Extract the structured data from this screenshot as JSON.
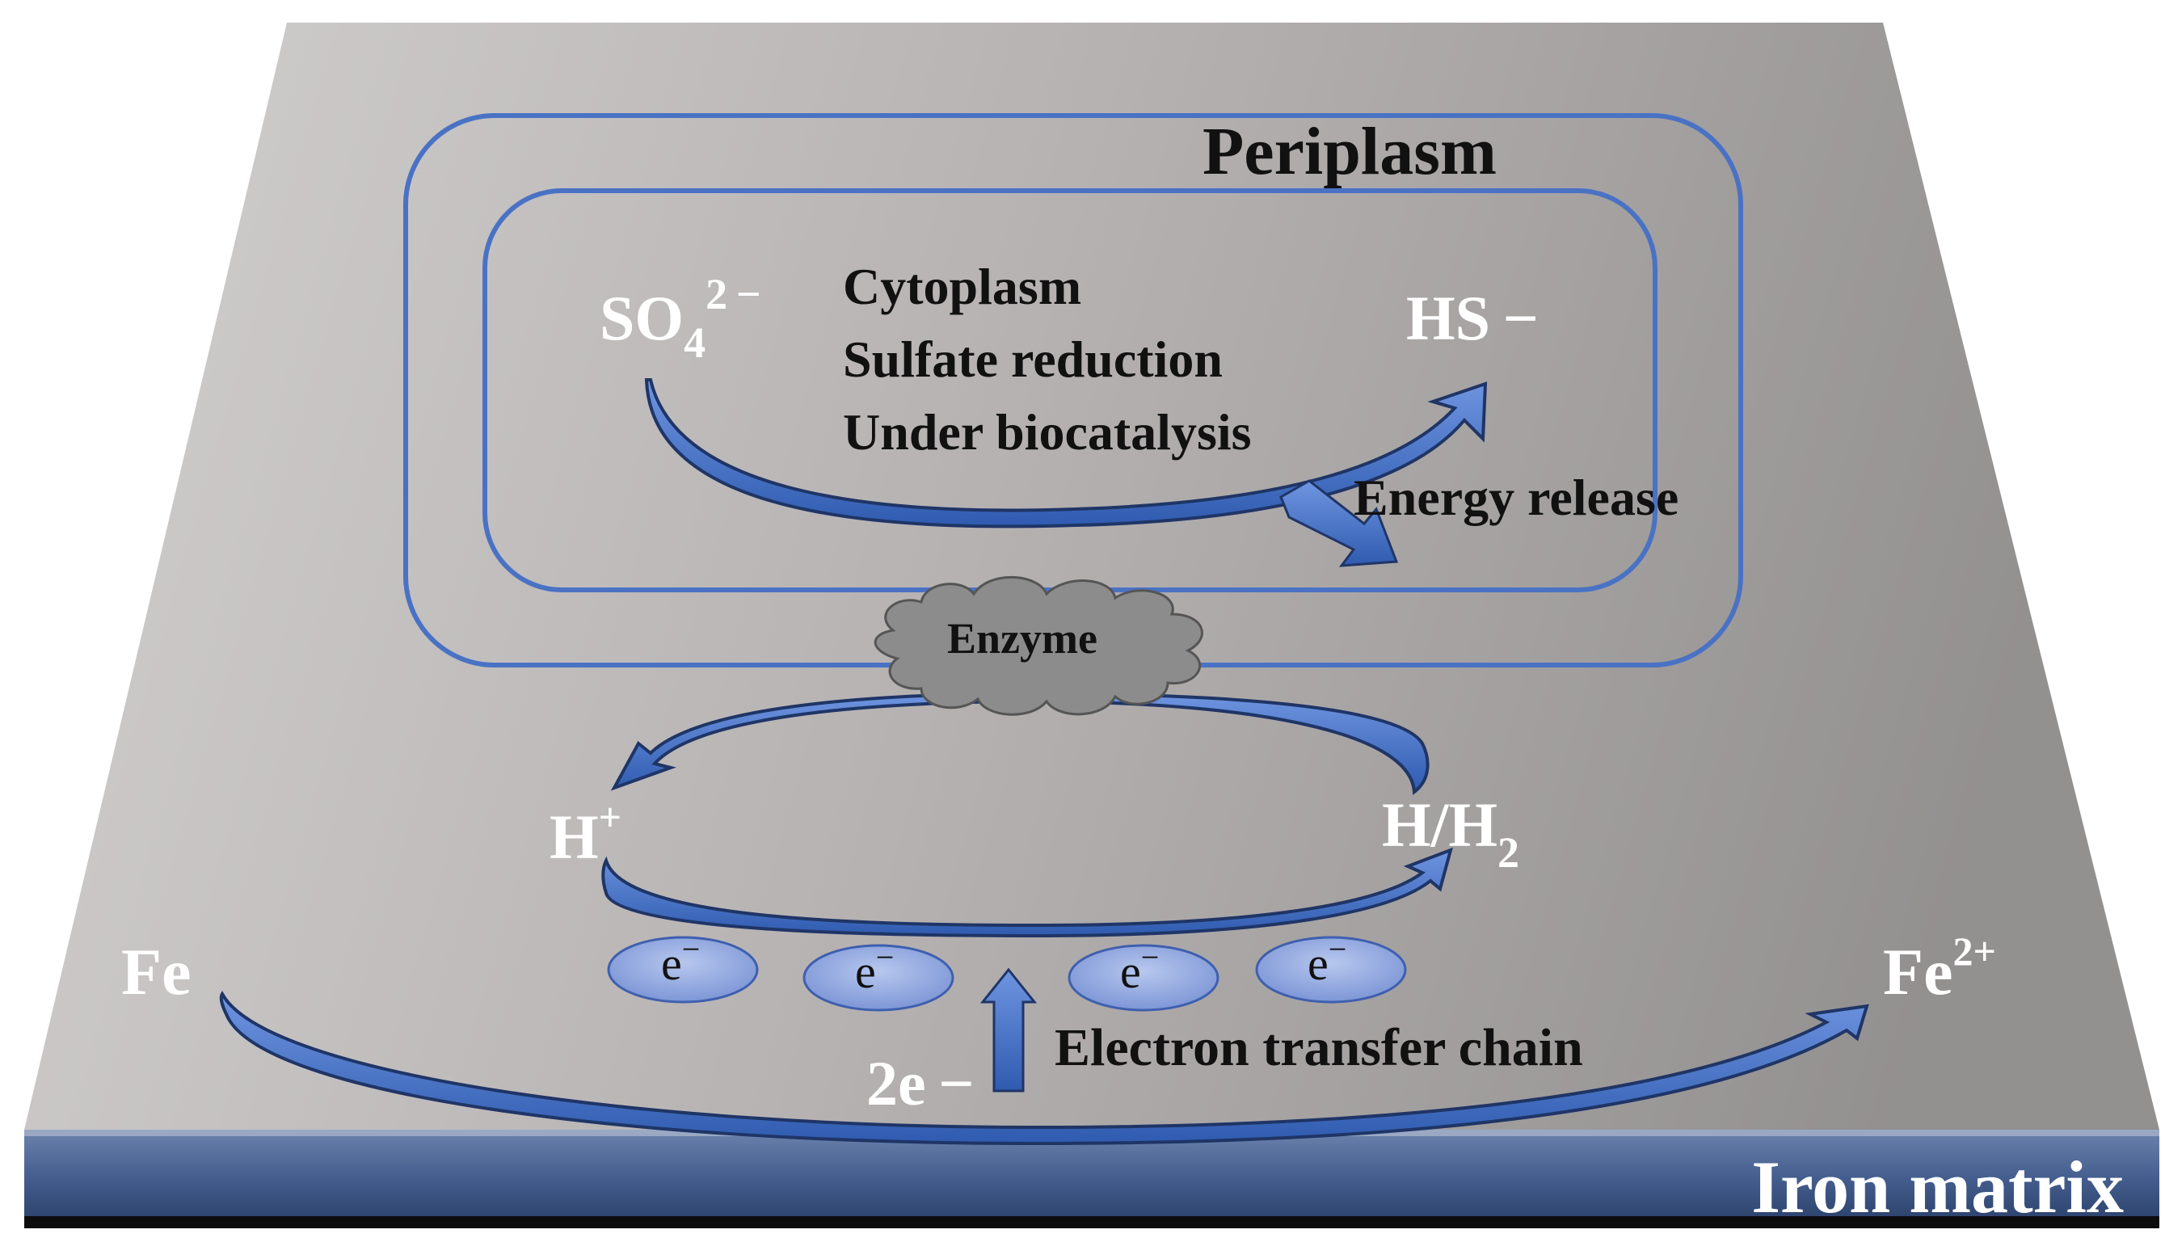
{
  "labels": {
    "periplasm": "Periplasm",
    "cytoplasm": "Cytoplasm",
    "sulfate_reduction": "Sulfate reduction",
    "under_biocatalysis": "Under biocatalysis",
    "sulfate_base": "SO",
    "sulfate_sub": "4",
    "sulfate_sup": "2 −",
    "sulfide": "HS −",
    "energy_release": "Energy release",
    "enzyme": "Enzyme",
    "proton_base": "H",
    "proton_sup": "+",
    "hydrogen_base": "H/H",
    "hydrogen_sub": "2",
    "iron": "Fe",
    "ferrous_base": "Fe",
    "ferrous_sup": "2+",
    "electrons_2e": "2e −",
    "electron_transfer_chain": "Electron transfer chain",
    "electron_base": "e",
    "electron_sup": "−",
    "iron_matrix": "Iron matrix"
  },
  "colors": {
    "plate_light": "#c9c5c5",
    "plate_dark": "#8f8b8b",
    "membrane_blue": "#4a72c4",
    "arrow_blue": "#3f6fc6",
    "arrow_dark": "#1f3566",
    "electron_fill": "#93a9de",
    "cloud_fill": "#8c8c8c",
    "matrix_bar": "#3f5a88",
    "text_dark": "#111111",
    "text_light": "#ffffff"
  }
}
